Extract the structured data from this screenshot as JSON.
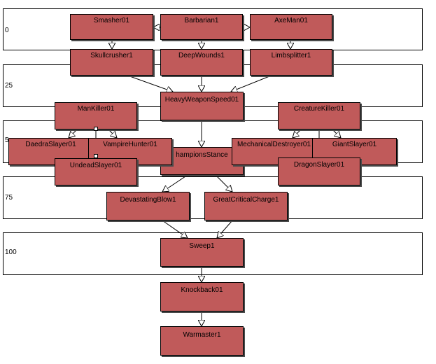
{
  "bands": [
    {
      "label": "0"
    },
    {
      "label": "25"
    },
    {
      "label": "5"
    },
    {
      "label": "75"
    },
    {
      "label": "100"
    }
  ],
  "nodes": {
    "smasher": "Smasher01",
    "barbarian": "Barbarian1",
    "axeman": "AxeMan01",
    "skullcrusher": "Skullcrusher1",
    "deepwounds": "DeepWounds1",
    "limbsplitter": "Limbsplitter1",
    "heavyweapon": "HeavyWeaponSpeed01",
    "mankiller": "ManKiller01",
    "creaturekiller": "CreatureKiller01",
    "daedraslayer": "DaedraSlayer01",
    "vampirehunter": "VampireHunter01",
    "undeadslayer": "UndeadSlayer01",
    "championsstance": "hampionsStance",
    "mechanicaldestroyer": "MechanicalDestroyer01",
    "giantslayer": "GiantSlayer01",
    "dragonslayer": "DragonSlayer01",
    "devastatingblow": "DevastatingBlow1",
    "greatcriticalcharge": "GreatCriticalCharge1",
    "sweep": "Sweep1",
    "knockback": "Knockback01",
    "warmaster": "Warmaster1"
  },
  "colors": {
    "node_fill": "#c05a5a",
    "node_border": "#000000",
    "edge": "#000000",
    "band_border": "#000000"
  }
}
